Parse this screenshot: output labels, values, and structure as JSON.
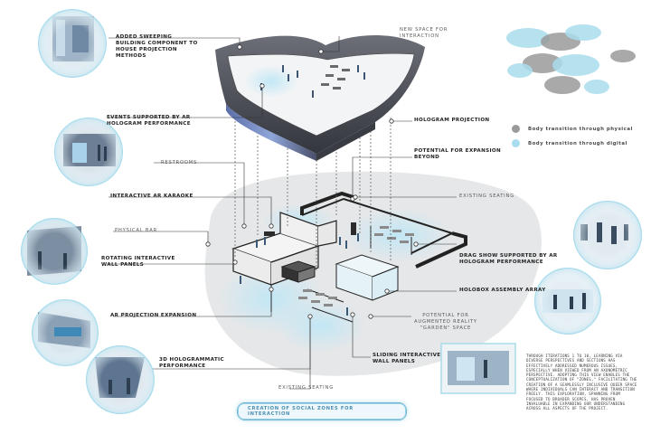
{
  "colors": {
    "physical": "#9a9a9a",
    "digital": "#a9dcec",
    "accent": "#5db7da",
    "dark": "#2b2b2b"
  },
  "labels": {
    "sweeping": "Added sweeping\nbuilding component to\nhouse projection\nmethods",
    "events_ar": "Events supported by AR\nhologram performance",
    "restrooms": "Restrooms",
    "ar_karaoke": "Interactive AR karaoke",
    "physical_bar": "Physical bar",
    "rotating": "Rotating interactive\nwall panels",
    "ar_projection": "AR projection expansion",
    "holographic_3d": "3D hologrammatic\nperformance",
    "new_space": "New space for\ninteraction",
    "hologram_projection": "Hologram projection",
    "potential_expansion": "Potential for expansion\nbeyond",
    "existing_seating_top": "Existing seating",
    "drag_show": "Drag show supported by AR\nhologram performance",
    "holobox": "Holobox assembly array",
    "ar_garden": "Potential for\naugmented reality\n\"garden\" space",
    "sliding": "Sliding interactive\nwall panels",
    "existing_seating_bottom": "Existing seating"
  },
  "legend": [
    {
      "label": "Body transition through physical",
      "color": "#9a9a9a"
    },
    {
      "label": "Body transition through digital",
      "color": "#a9dcec"
    }
  ],
  "paragraph": "Through iterations 1 to 10, learning via diverse perspectives and sections has effectively addressed numerous issues, especially when viewed from an axonometric perspective. Adopting this view enables the conceptualization of \"zones,\" facilitating the creation of a seamlessly inclusive queer space where individuals can interact and transition freely. This exploration, spanning from focused to broader scopes, has proven invaluable in expanding our understanding across all aspects of the project.",
  "title_pill": "Creation of social zones for interaction"
}
